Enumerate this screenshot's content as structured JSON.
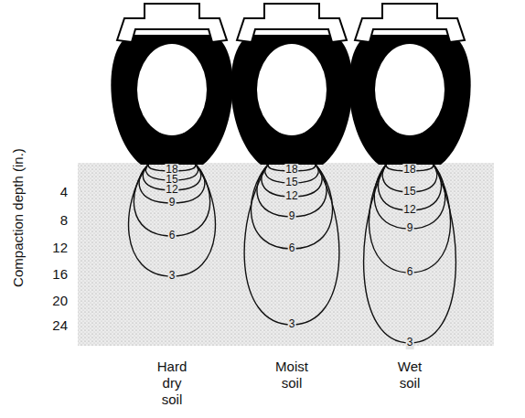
{
  "diagram": {
    "labels": [
      "Compaction depth (in.)",
      "4",
      "8",
      "12",
      "16",
      "20",
      "24",
      "18",
      "15",
      "12",
      "9",
      "6",
      "3",
      "18",
      "15",
      "12",
      "9",
      "6",
      "3",
      "18",
      "15",
      "12",
      "9",
      "6",
      "3",
      "Hard dry soil",
      "Moist soil",
      "Wet soil"
    ]
  }
}
